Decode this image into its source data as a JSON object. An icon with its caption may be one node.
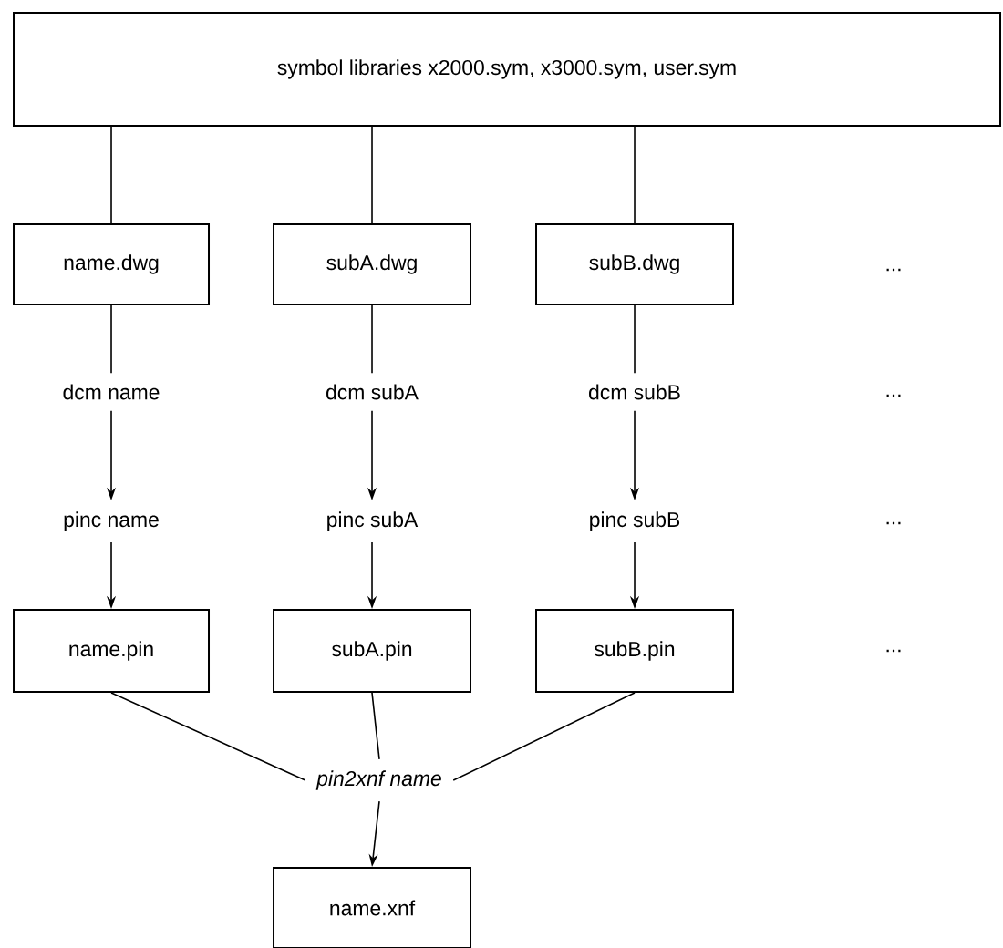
{
  "diagram": {
    "nodes": [
      {
        "text": [
          "symbol libraries x2000.sym, x3000.sym, user.sym"
        ]
      },
      {
        "text": [
          "name.dwg"
        ]
      },
      {
        "text": [
          "subA.dwg"
        ]
      },
      {
        "text": [
          "subB.dwg"
        ]
      },
      {
        "text": [
          "dcm name"
        ]
      },
      {
        "text": [
          "dcm subA"
        ]
      },
      {
        "text": [
          "dcm subB"
        ]
      },
      {
        "text": [
          "pinc name"
        ]
      },
      {
        "text": [
          "pinc subA"
        ]
      },
      {
        "text": [
          "pinc subB"
        ]
      },
      {
        "text": [
          "name.pin"
        ]
      },
      {
        "text": [
          "subA.pin"
        ]
      },
      {
        "text": [
          "subB.pin"
        ]
      },
      {
        "text": [
          "pin2xnf name"
        ]
      },
      {
        "text": [
          "name.xnf"
        ]
      }
    ],
    "edges": [
      {
        "from": 0,
        "to": 1,
        "arrow": "none"
      },
      {
        "from": 0,
        "to": 2,
        "arrow": "none"
      },
      {
        "from": 0,
        "to": 3,
        "arrow": "none"
      },
      {
        "from": 1,
        "to": 4,
        "arrow": "none"
      },
      {
        "from": 2,
        "to": 5,
        "arrow": "none"
      },
      {
        "from": 3,
        "to": 6,
        "arrow": "none"
      },
      {
        "from": 4,
        "to": 7,
        "arrow": "to"
      },
      {
        "from": 5,
        "to": 8,
        "arrow": "to"
      },
      {
        "from": 6,
        "to": 9,
        "arrow": "to"
      },
      {
        "from": 7,
        "to": 10,
        "arrow": "to"
      },
      {
        "from": 8,
        "to": 11,
        "arrow": "to"
      },
      {
        "from": 9,
        "to": 12,
        "arrow": "to"
      },
      {
        "from": 10,
        "to": 13,
        "arrow": "none"
      },
      {
        "from": 11,
        "to": 13,
        "arrow": "none"
      },
      {
        "from": 12,
        "to": 13,
        "arrow": "none"
      },
      {
        "from": 13,
        "to": 14,
        "arrow": "to"
      }
    ],
    "labels": [
      "...",
      "...",
      "...",
      "..."
    ]
  }
}
